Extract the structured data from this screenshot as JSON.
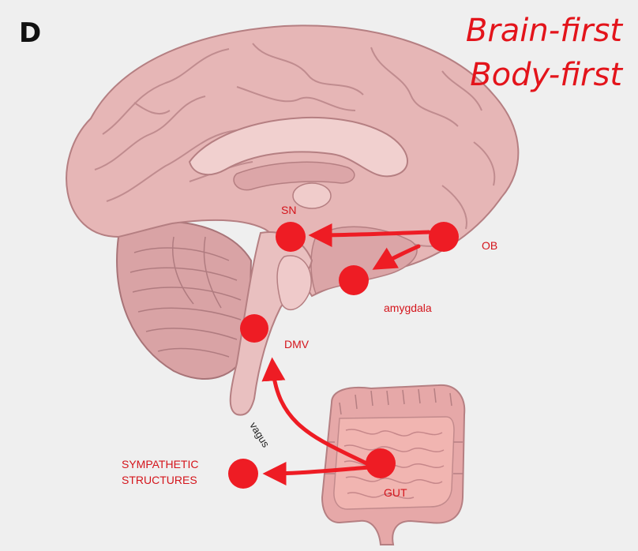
{
  "panel_letter": "D",
  "titles": [
    "Brain-first",
    "Body-first"
  ],
  "labels": {
    "sn": "SN",
    "ob": "OB",
    "amygdala": "amygdala",
    "dmv": "DMV",
    "vagus": "vagus",
    "sympathetic_line1": "SYMPATHETIC",
    "sympathetic_line2": "STRUCTURES",
    "gut": "GUT"
  },
  "colors": {
    "marker": "#ee1c24",
    "label": "#d4141b",
    "brain_fill": "#e6b6b6",
    "brain_stroke": "#b57f82",
    "background": "#efefef"
  }
}
